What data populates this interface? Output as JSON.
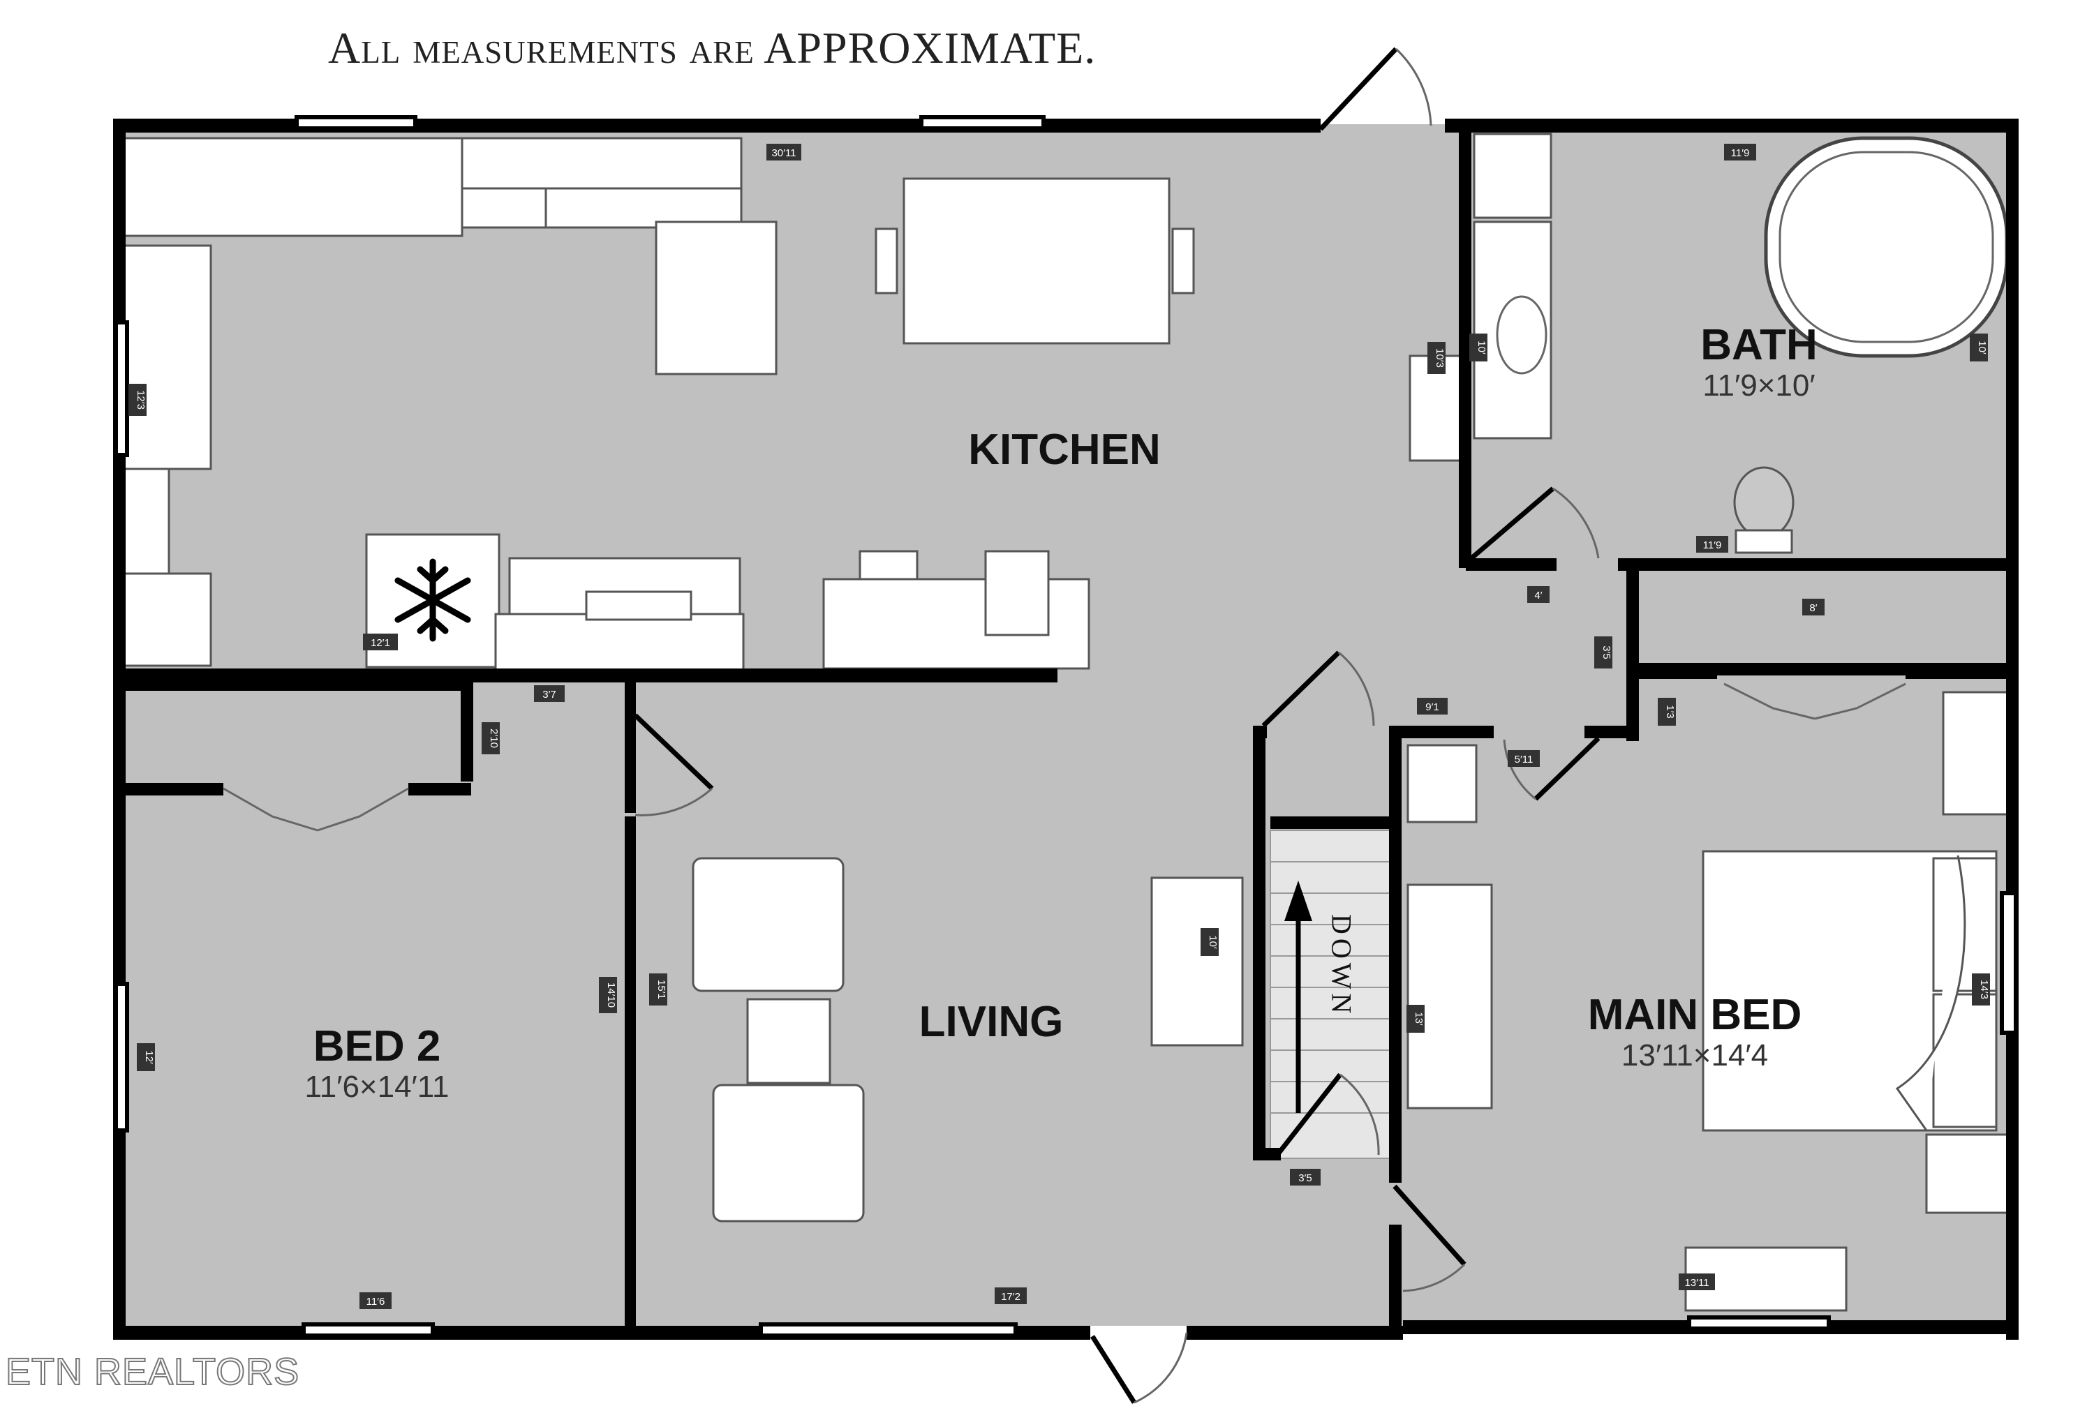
{
  "title": "All measurements are APPROXIMATE.",
  "brand": "ETN REALTORS",
  "rooms": {
    "kitchen": {
      "name": "KITCHEN"
    },
    "bath": {
      "name": "BATH",
      "dims": "11′9×10′"
    },
    "living": {
      "name": "LIVING"
    },
    "bed2": {
      "name": "BED 2",
      "dims": "11′6×14′11"
    },
    "main_bed": {
      "name": "MAIN BED",
      "dims": "13′11×14′4"
    }
  },
  "stairs_label": "DOWN",
  "measurements": {
    "m30_11": "30′11",
    "m11_9_top": "11′9",
    "m12_3": "12′3",
    "m10_3": "10′3",
    "m10_bath_sink": "10′",
    "m10_bath_right": "10′",
    "m12_1": "12′1",
    "m11_9_bath": "11′9",
    "m4": "4′",
    "m8": "8′",
    "m3_5_hall": "3′5",
    "m3_7": "3′7",
    "m2_10": "2′10",
    "m9_1": "9′1",
    "m1_3": "1′3",
    "m5_11": "5′11",
    "m10_living": "10′",
    "m14_10": "14′10",
    "m15_1": "15′1",
    "m12_bed2": "12′",
    "m13_bed": "13′",
    "m14_3": "14′3",
    "m3_5_bottom": "3′5",
    "m11_6": "11′6",
    "m17_2": "17′2",
    "m13_11": "13′11"
  }
}
